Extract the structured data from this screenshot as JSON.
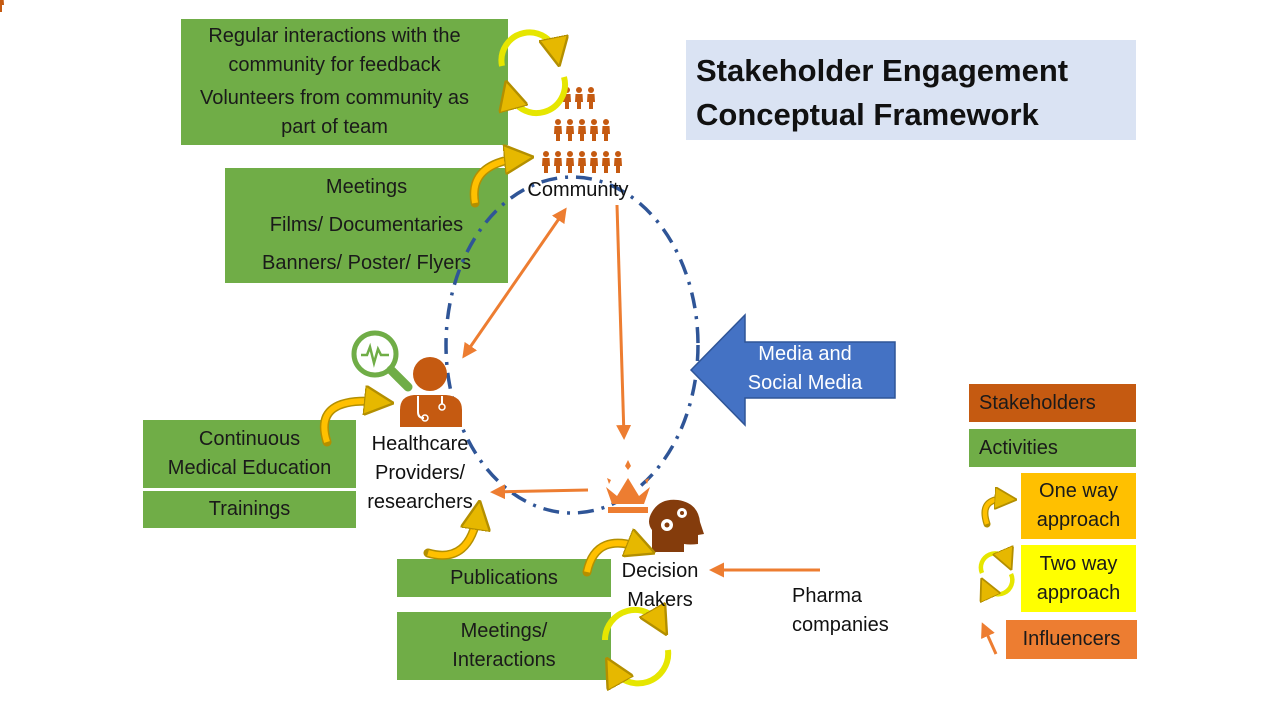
{
  "title": {
    "line1": "Stakeholder Engagement",
    "line2": "Conceptual Framework"
  },
  "nodes": {
    "community": "Community",
    "healthcare_line1": "Healthcare",
    "healthcare_line2": "Providers/",
    "healthcare_line3": "researchers",
    "decision_line1": "Decision",
    "decision_line2": "Makers",
    "pharma_line1": "Pharma",
    "pharma_line2": "companies",
    "media_line1": "Media and",
    "media_line2": "Social Media"
  },
  "activities": {
    "community_top": {
      "item1_line1": "Regular interactions with the",
      "item1_line2": "community for feedback",
      "item2_line1": "Volunteers from community as",
      "item2_line2": "part of team"
    },
    "community_mid": [
      "Meetings",
      "Films/ Documentaries",
      "Banners/ Poster/ Flyers"
    ],
    "healthcare": {
      "cme_line1": "Continuous",
      "cme_line2": "Medical Education",
      "trainings": "Trainings"
    },
    "decision": {
      "publications": "Publications",
      "meetings_line1": "Meetings/",
      "meetings_line2": "Interactions"
    }
  },
  "legend": {
    "stakeholders": "Stakeholders",
    "activities": "Activities",
    "one_way_line1": "One way",
    "one_way_line2": "approach",
    "two_way_line1": "Two way",
    "two_way_line2": "approach",
    "influencers": "Influencers"
  },
  "colors": {
    "activity": "#70ad47",
    "stakeholder": "#c55a11",
    "one_way": "#ffc000",
    "two_way": "#ffff00",
    "influencer": "#ed7d31",
    "media_arrow": "#4472c4",
    "cycle": "#2f5597",
    "title_bg": "#dae3f3"
  }
}
